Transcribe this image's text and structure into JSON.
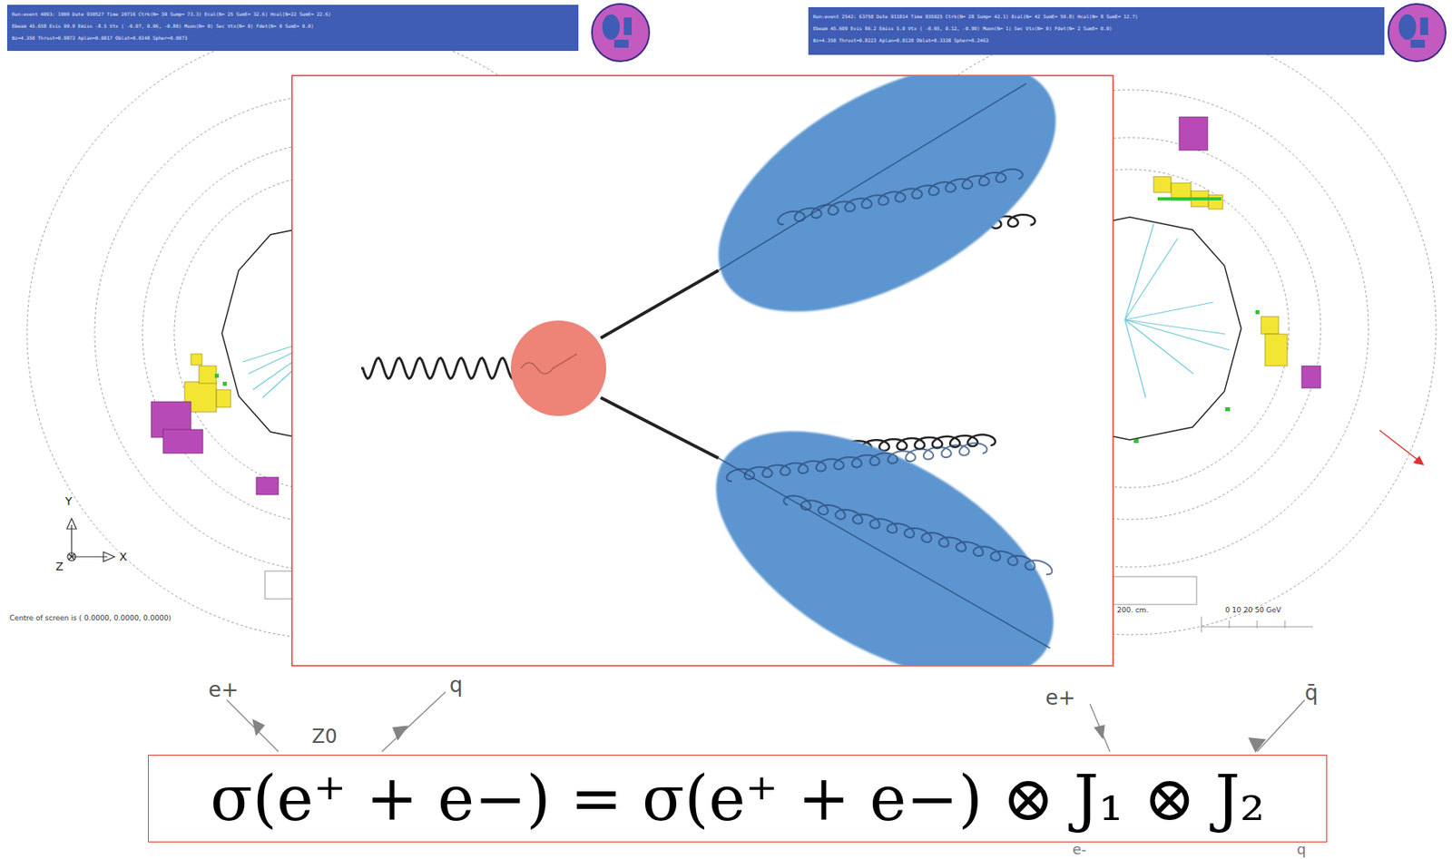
{
  "diagram": {
    "nodes": [
      {
        "text": [
          "Run:event 4093: 1000 Date 930527 Time 20716 Ctrk(N= 39 Sump= 73.3) Ecal(N= 25 SumE= 32.6) Hcal(N=22 SumE= 22.6)",
          "Ebeam 45.658 Evis 99.9 Emiss -8.5 Vtx ( -0.07, 0.06, -0.80) Muon(N= 0) Sec Vtx(N= 0) Fdet(N= 0 SumE= 0.0)",
          "Bz=4.350 Thrust=0.9873 Aplan=0.0017 Oblat=0.0248 Spher=0.0073"
        ]
      },
      {
        "text": [
          "Run:event 2542: 63750 Date 911014 Time 035925 Ctrk(N= 28 Sump= 42.1) Ecal(N= 42 SumE= 59.8) Hcal(N= 8 SumE= 12.7)",
          "Ebeam 45.609 Evis 86.2 Emiss 5.0 Vtx ( -0.05, 0.12, -0.90) Muon(N= 1) Sec Vtx(N= 0) Fdet(N= 2 SumE= 0.0)",
          "Bz=4.350 Thrust=0.8223 Aplan=0.0120 Oblat=0.3338 Spher=0.2463"
        ]
      },
      {
        "text": [
          "σ(e⁺ + e−) = σ(e⁺ + e−) ⊗ J₁ ⊗ J₂"
        ]
      }
    ],
    "labels": [
      "Y",
      "X",
      "Z",
      "Centre of screen is ( 0.0000, 0.0000, 0.0000)",
      "200. cm.",
      "0 10 20 50 GeV",
      "e+",
      "q",
      "Z0",
      "e+",
      "q̄",
      "e-",
      "q"
    ]
  }
}
